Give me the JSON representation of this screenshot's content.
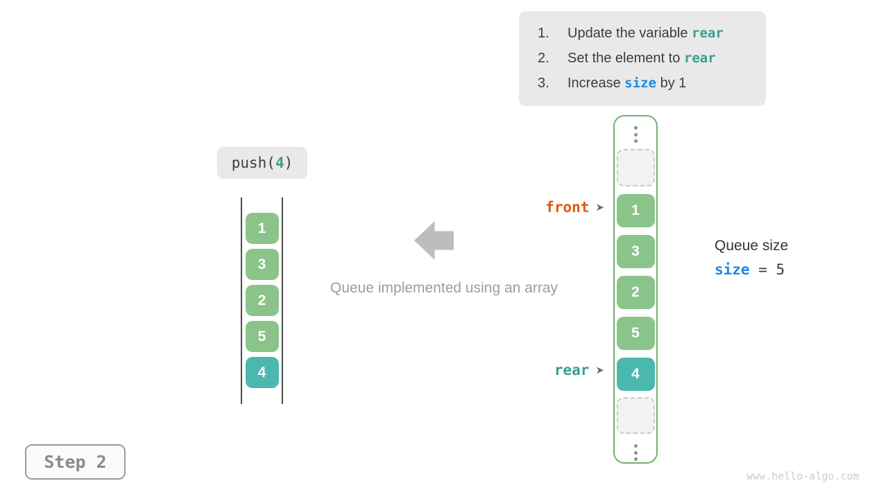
{
  "colors": {
    "green_cell": "#8ac48a",
    "teal_cell": "#4bb8b0",
    "array_border": "#6db26d",
    "code_teal": "#3a9e8e",
    "code_blue": "#1f88e5",
    "front_orange": "#e2590c",
    "gray_box": "#e9e9e9",
    "arrow_gray": "#bdbdbd",
    "caption_gray": "#9c9c9c",
    "line_dark": "#4a4a4a",
    "dots_gray": "#8e8e8e",
    "empty_fill": "#f2f2f2",
    "empty_border": "#c9c9c9",
    "step_text": "#8a8a8a",
    "watermark_gray": "#cccccc"
  },
  "instructions": {
    "items": [
      {
        "num": "1.",
        "prefix": "Update the variable ",
        "code": "rear",
        "suffix": ""
      },
      {
        "num": "2.",
        "prefix": "Set the element to ",
        "code": "rear",
        "suffix": ""
      },
      {
        "num": "3.",
        "prefix": "Increase ",
        "code": "size",
        "suffix": " by 1"
      }
    ]
  },
  "operation": {
    "fn": "push(",
    "arg": "4",
    "close": ")"
  },
  "left_queue": {
    "values": [
      "1",
      "3",
      "2",
      "5",
      "4"
    ]
  },
  "caption": "Queue implemented using an array",
  "right_array": {
    "values": [
      "1",
      "3",
      "2",
      "5",
      "4"
    ]
  },
  "pointers": {
    "front": "front",
    "rear": "rear",
    "arrow": "➤"
  },
  "queue_size": {
    "label": "Queue size",
    "var": "size",
    "eq": " = ",
    "value": "5"
  },
  "step": {
    "label": "Step 2"
  },
  "watermark": "www.hello-algo.com"
}
